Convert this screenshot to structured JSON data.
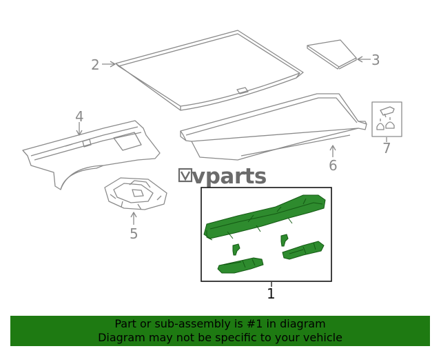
{
  "diagram": {
    "callouts": {
      "c1": "1",
      "c2": "2",
      "c3": "3",
      "c4": "4",
      "c5": "5",
      "c6": "6",
      "c7": "7"
    },
    "logo": "vparts"
  },
  "colors": {
    "highlight_green": "#1a7a1a",
    "part_fill_green": "#2e8b2e",
    "line_gray": "#8a8a8a",
    "banner_green": "#1e7a12"
  },
  "banner": {
    "line1": "Part or sub-assembly is #1 in diagram",
    "line2": "Diagram may not be specific to your vehicle"
  }
}
